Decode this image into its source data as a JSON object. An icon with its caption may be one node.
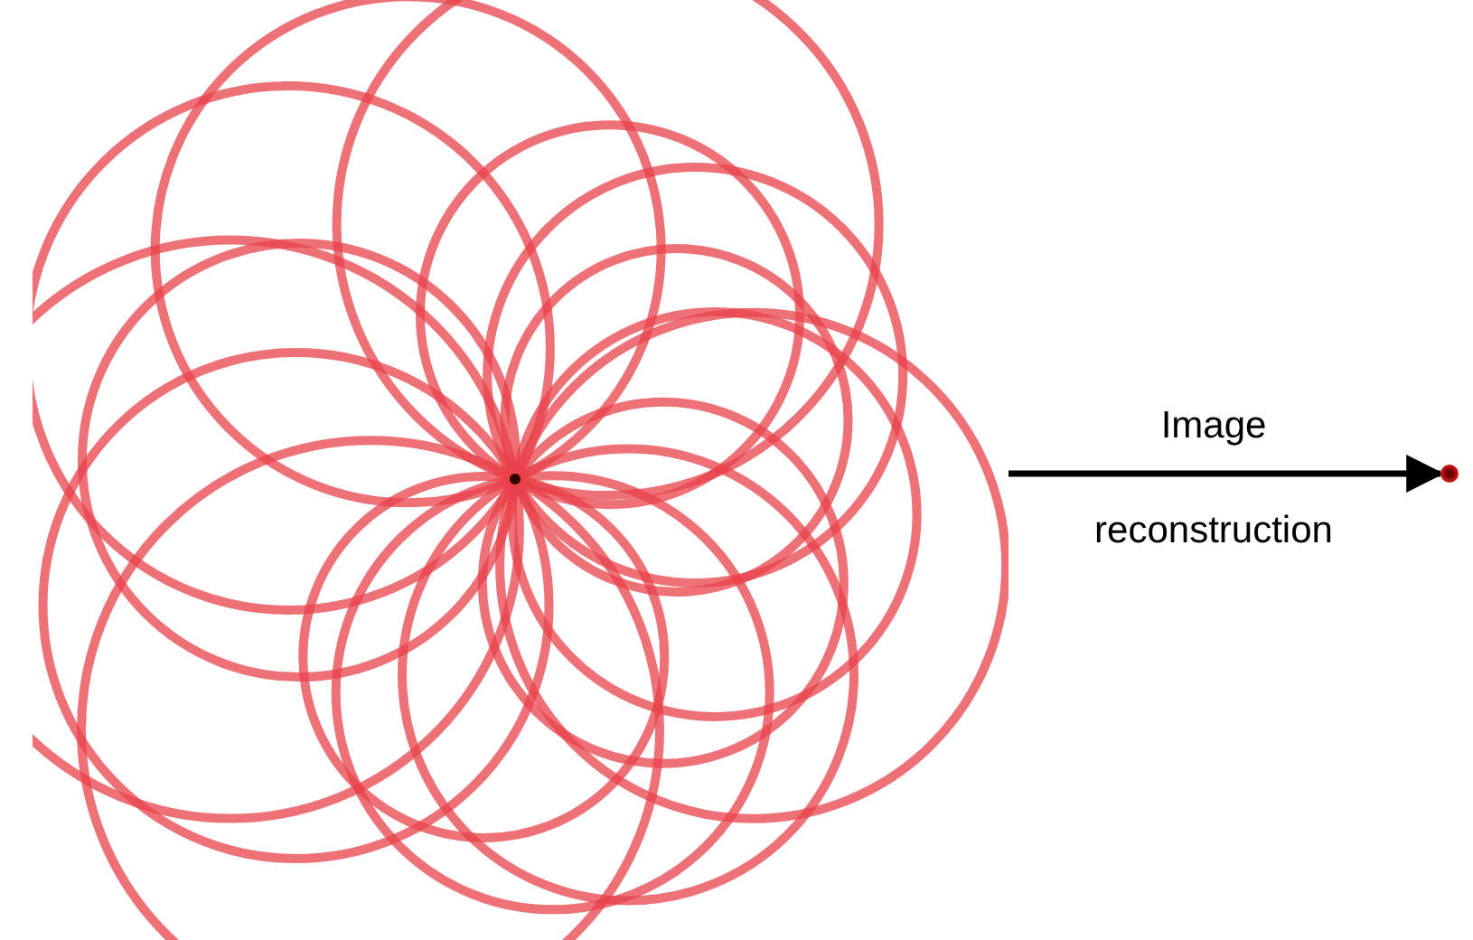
{
  "diagram": {
    "nodes": [
      {
        "text": [],
        "shape": "picture"
      },
      {
        "text": [],
        "shape": "circle"
      }
    ],
    "edges": [
      {
        "from": 0,
        "to": 1,
        "arrow": "to",
        "label": "Image reconstruction"
      }
    ]
  }
}
